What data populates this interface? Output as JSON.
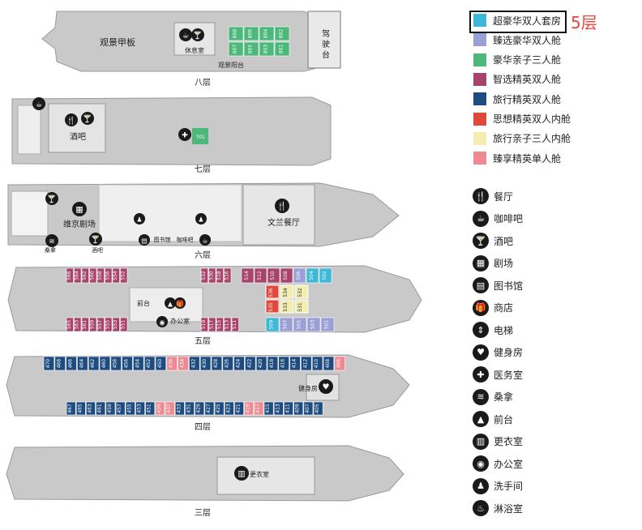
{
  "legend": {
    "highlight_floor": "5层",
    "cabins": [
      {
        "label": "超豪华双人套房",
        "color": "#3db8d6"
      },
      {
        "label": "臻选豪华双人舱",
        "color": "#9aa0d6"
      },
      {
        "label": "豪华亲子三人舱",
        "color": "#4cb87a"
      },
      {
        "label": "智选精英双人舱",
        "color": "#a8436a"
      },
      {
        "label": "旅行精英双人舱",
        "color": "#1f4c80"
      },
      {
        "label": "思想精英双人内舱",
        "color": "#e2483a"
      },
      {
        "label": "旅行亲子三人内舱",
        "color": "#f2eeb0"
      },
      {
        "label": "臻享精英单人舱",
        "color": "#f08a92"
      }
    ],
    "facilities": [
      {
        "label": "餐厅",
        "icon": "restaurant-icon",
        "glyph": "🍴"
      },
      {
        "label": "咖啡吧",
        "icon": "coffee-icon",
        "glyph": "☕"
      },
      {
        "label": "酒吧",
        "icon": "bar-icon",
        "glyph": "🍸"
      },
      {
        "label": "剧场",
        "icon": "theater-icon",
        "glyph": "▦"
      },
      {
        "label": "图书馆",
        "icon": "library-icon",
        "glyph": "▤"
      },
      {
        "label": "商店",
        "icon": "shop-icon",
        "glyph": "🎁"
      },
      {
        "label": "电梯",
        "icon": "elevator-icon",
        "glyph": "⇕"
      },
      {
        "label": "健身房",
        "icon": "gym-icon",
        "glyph": "♥"
      },
      {
        "label": "医务室",
        "icon": "medical-icon",
        "glyph": "✚"
      },
      {
        "label": "桑拿",
        "icon": "sauna-icon",
        "glyph": "≋"
      },
      {
        "label": "前台",
        "icon": "reception-icon",
        "glyph": "▲"
      },
      {
        "label": "更衣室",
        "icon": "locker-icon",
        "glyph": "▥"
      },
      {
        "label": "办公室",
        "icon": "office-icon",
        "glyph": "◉"
      },
      {
        "label": "洗手间",
        "icon": "restroom-icon",
        "glyph": "♟"
      },
      {
        "label": "淋浴室",
        "icon": "shower-icon",
        "glyph": "♨"
      }
    ]
  },
  "decks": {
    "deck8": {
      "name": "八层",
      "labels": {
        "deck": "观景甲板",
        "lounge": "休息室",
        "bridge": "驾驶台",
        "platform": "观景阳台"
      },
      "cabins": [
        [
          "808",
          "806",
          "804",
          "802"
        ],
        [
          "807",
          "805",
          "803",
          "801"
        ]
      ],
      "cabin_color": "#4cb87a"
    },
    "deck7": {
      "name": "七层",
      "labels": {
        "bar": "酒吧"
      },
      "cabin": "701",
      "cabin_color": "#4cb87a"
    },
    "deck6": {
      "name": "六层",
      "labels": {
        "theater": "维京剧场",
        "restaurant": "文兰餐厅",
        "library": "图书馆",
        "cafe": "咖啡吧",
        "sauna": "桑拿",
        "bar": "酒吧"
      }
    },
    "deck5": {
      "name": "五层",
      "labels": {
        "reception": "前台",
        "office": "办公室"
      },
      "top_left": [
        "566",
        "564",
        "562",
        "560",
        "558",
        "556",
        "554",
        "552"
      ],
      "top_mid": [
        "532",
        "530",
        "518",
        "516"
      ],
      "top_right": [
        "514",
        "512",
        "510",
        "508",
        "506",
        "504",
        "502"
      ],
      "bot_left": [
        "565",
        "563",
        "561",
        "559",
        "557",
        "555",
        "553",
        "551"
      ],
      "bot_mid": [
        "519",
        "517",
        "515",
        "513",
        "511"
      ],
      "bot_right": [
        "509",
        "507",
        "505",
        "503",
        "501"
      ],
      "inner": [
        "536",
        "535",
        "534",
        "533",
        "532",
        "531"
      ]
    },
    "deck4": {
      "name": "四层",
      "labels": {
        "gym": "健身房"
      },
      "top": [
        "470",
        "468",
        "466",
        "464",
        "462",
        "460",
        "458",
        "456",
        "454",
        "452",
        "450",
        "436",
        "434",
        "432",
        "430",
        "428",
        "426",
        "424",
        "422",
        "420",
        "418",
        "416",
        "414",
        "412",
        "410",
        "408",
        "406"
      ],
      "bot": [
        "467",
        "465",
        "463",
        "461",
        "459",
        "457",
        "455",
        "453",
        "451",
        "439",
        "437",
        "433",
        "431",
        "429",
        "427",
        "425",
        "423",
        "421",
        "419",
        "417",
        "415",
        "413",
        "411",
        "409",
        "407",
        "405"
      ]
    },
    "deck3": {
      "name": "三层",
      "labels": {
        "locker": "更衣室"
      }
    }
  }
}
